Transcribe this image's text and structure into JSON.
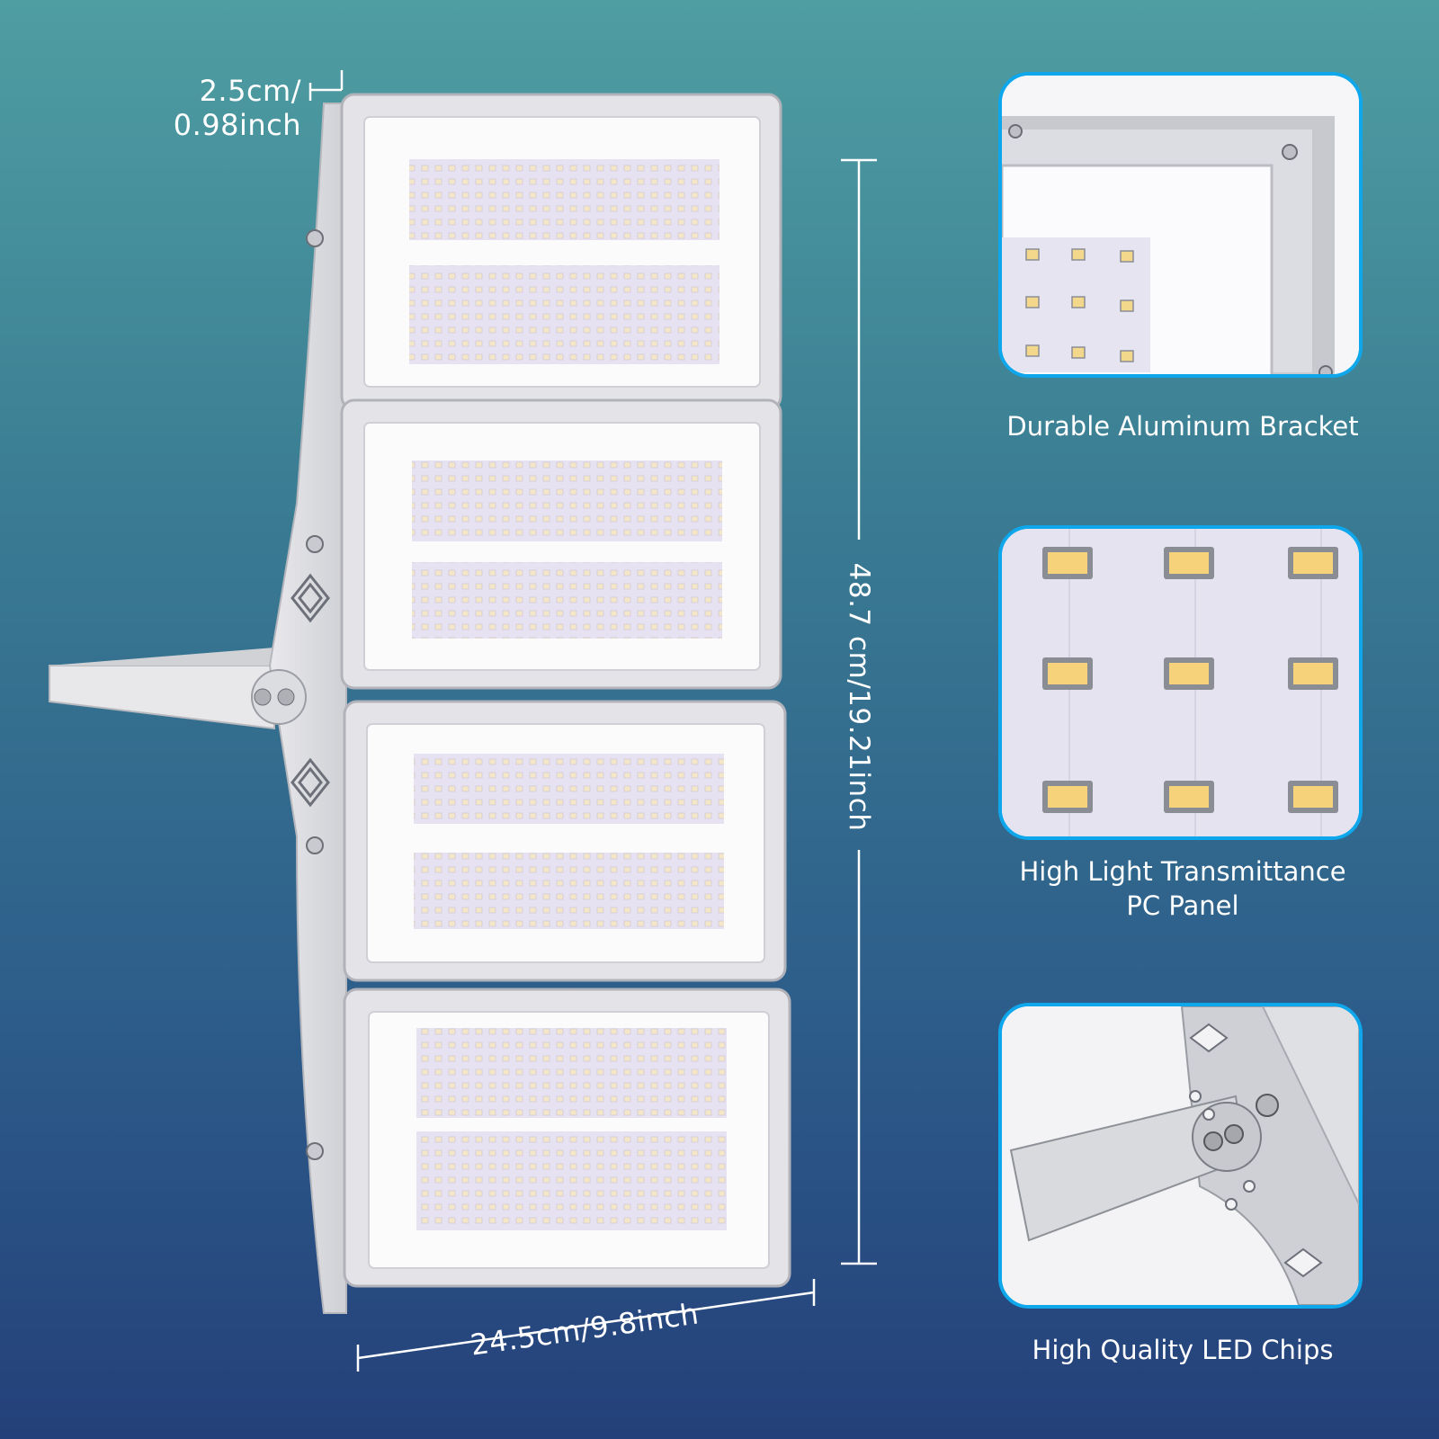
{
  "dimensions": {
    "depth": "2.5cm/\n0.98inch",
    "height": "48.7 cm/19.21inch",
    "width": "24.5cm/9.8inch"
  },
  "features": [
    {
      "caption": "Durable Aluminum Bracket"
    },
    {
      "caption": "High Light Transmittance\nPC Panel"
    },
    {
      "caption": "High Quality LED Chips"
    }
  ],
  "colors": {
    "accent": "#0fa7ec",
    "background_top": "#4f9ea2",
    "background_bottom": "#24407a"
  }
}
